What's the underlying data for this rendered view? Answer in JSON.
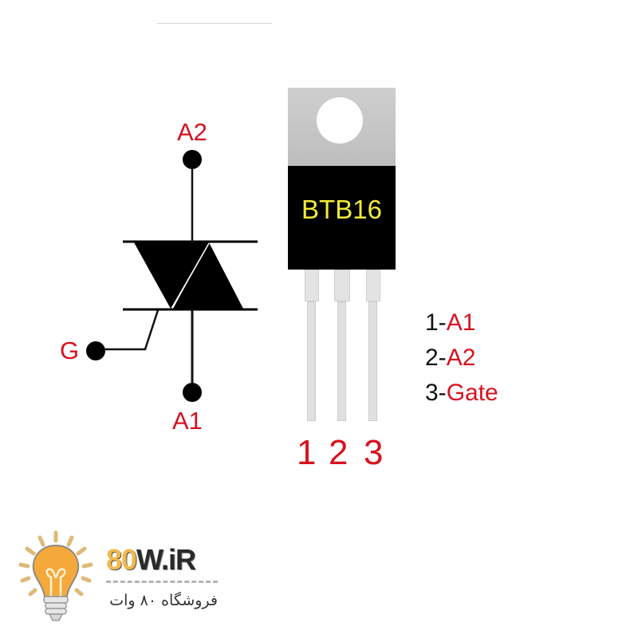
{
  "diagram": {
    "title": "BTB16 TRIAC pinout",
    "symbol": {
      "type": "triac-schematic",
      "terminals": {
        "a2": "A2",
        "a1": "A1",
        "gate": "G"
      }
    },
    "package": {
      "type": "TO-220",
      "marking": "BTB16",
      "pin_numbers": [
        "1",
        "2",
        "3"
      ]
    },
    "pin_map": [
      {
        "num": "1-",
        "name": "A1"
      },
      {
        "num": "2-",
        "name": "A2"
      },
      {
        "num": "3-",
        "name": "Gate"
      }
    ]
  },
  "colors": {
    "label_red": "#d6121f",
    "marking_yellow": "#f2ea3a",
    "package_body": "#000000",
    "tab_gray": "#c8c8c8",
    "lead_gray": "#dcdcdc",
    "logo_orange": "#f5a93a",
    "logo_gold": "#f0b94a"
  },
  "logo": {
    "icon": "light-bulb-icon",
    "brand_prefix": "80",
    "brand_suffix": "W.iR",
    "tagline": "فروشگاه ۸۰ وات"
  }
}
